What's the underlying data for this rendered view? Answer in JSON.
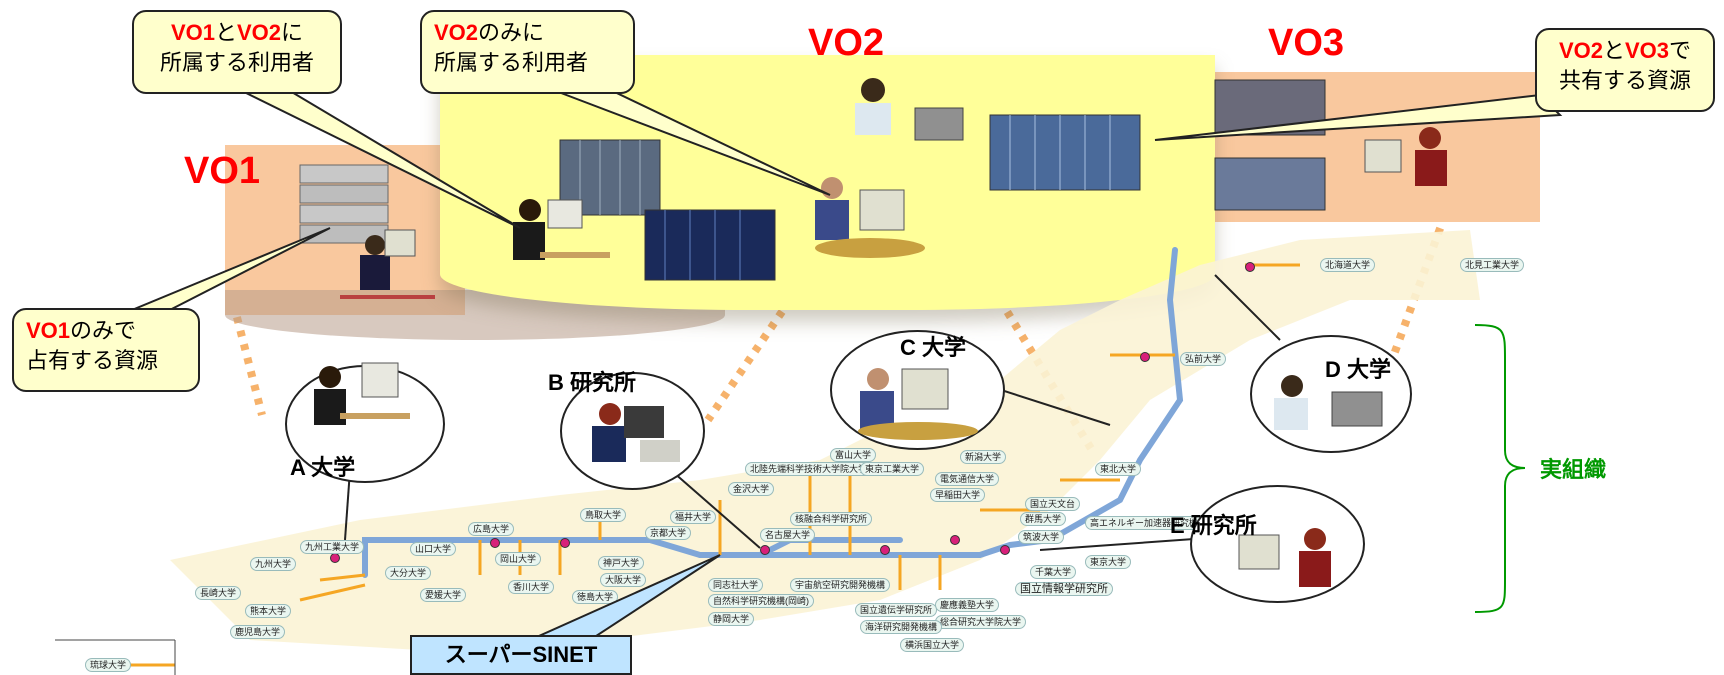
{
  "vo_labels": {
    "vo1": "VO1",
    "vo2": "VO2",
    "vo3": "VO3"
  },
  "callouts": {
    "vo1_vo2_users": {
      "a": "VO1",
      "b": "と",
      "c": "VO2",
      "d": "に",
      "line2": "所属する利用者"
    },
    "vo2_only_users": {
      "a": "VO2",
      "b": "のみに",
      "line2": "所属する利用者"
    },
    "vo2_vo3_shared": {
      "a": "VO2",
      "b": "と",
      "c": "VO3",
      "d": "で",
      "line2": "共有する資源"
    },
    "vo1_only_resource": {
      "a": "VO1",
      "b": "のみで",
      "line2": "占有する資源"
    }
  },
  "orgs": {
    "a_univ": "A 大学",
    "b_lab": "B 研究所",
    "c_univ": "C 大学",
    "d_univ": "D 大学",
    "e_lab": "E 研究所"
  },
  "network_label": "スーパーSINET",
  "real_org_label": "実組織",
  "map_institutions": [
    "北海道大学",
    "北見工業大学",
    "弘前大学",
    "東北大学",
    "新潟大学",
    "富山大学",
    "北陸先端科学技術大学院大学",
    "金沢大学",
    "福井大学",
    "鳥取大学",
    "広島大学",
    "九州工業大学",
    "九州大学",
    "山口大学",
    "大分大学",
    "長崎大学",
    "熊本大学",
    "鹿児島大学",
    "琉球大学",
    "岡山大学",
    "香川大学",
    "愛媛大学",
    "徳島大学",
    "神戸大学",
    "大阪大学",
    "京都大学",
    "同志社大学",
    "自然科学研究機構(岡崎)",
    "静岡大学",
    "名古屋大学",
    "核融合科学研究所",
    "東京工業大学",
    "電気通信大学",
    "早稲田大学",
    "国立天文台",
    "群馬大学",
    "高エネルギー加速器研究機構",
    "筑波大学",
    "東京大学",
    "千葉大学",
    "国立情報学研究所",
    "慶應義塾大学",
    "総合研究大学院大学",
    "海洋研究開発機構",
    "横浜国立大学",
    "国立遺伝学研究所",
    "宇宙航空研究開発機構"
  ],
  "colors": {
    "vo1_bg": "#f9c89e",
    "vo2_bg": "#ffff99",
    "vo3_bg": "#f9c89e",
    "accent_red": "#ff0000",
    "brace_green": "#009900",
    "network_line": "#7fa6d8",
    "link_orange": "#f5a623"
  }
}
